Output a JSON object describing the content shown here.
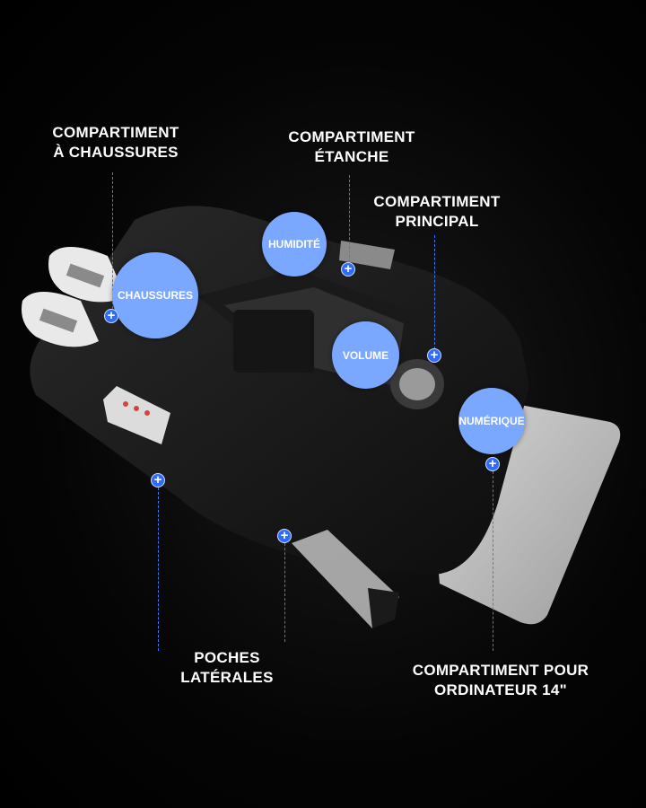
{
  "labels": {
    "shoe_compartment": [
      "COMPARTIMENT",
      "À CHAUSSURES"
    ],
    "waterproof_compartment": [
      "COMPARTIMENT",
      "ÉTANCHE"
    ],
    "main_compartment": [
      "COMPARTIMENT",
      "PRINCIPAL"
    ],
    "side_pockets": [
      "POCHES",
      "LATÉRALES"
    ],
    "laptop_compartment": [
      "COMPARTIMENT POUR",
      "ORDINATEUR 14\""
    ]
  },
  "bubbles": {
    "humidity": "HUMIDITÉ",
    "shoes": "CHAUSSURES",
    "volume": "VOLUME",
    "digital": "NUMÉRIQUE"
  },
  "icons": {
    "hotspot": "plus-icon"
  },
  "colors": {
    "background": "#000000",
    "bubble": "#7aa7ff",
    "hotspot": "#2f6bff",
    "leader_line": "#3f78ff",
    "label_text": "#ffffff"
  }
}
